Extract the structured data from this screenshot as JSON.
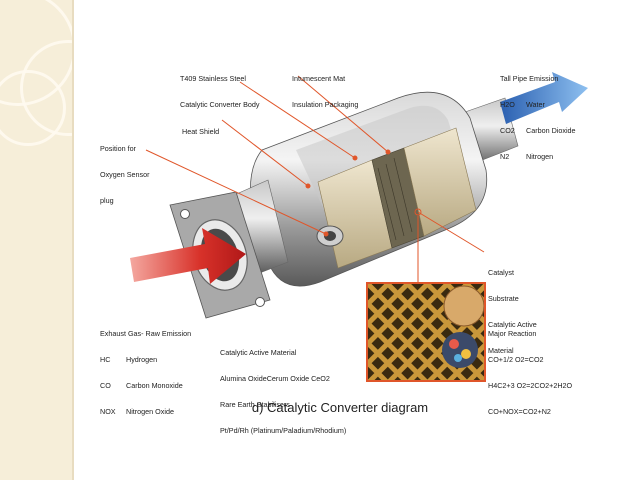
{
  "labels": {
    "steel_body": [
      "T409 Stainless Steel",
      "Catalytic Converter Body"
    ],
    "intumescent": [
      "Intumescent Mat",
      "Insulation Packaging"
    ],
    "tailpipe": {
      "title": "Tall Pipe Emission",
      "rows": [
        [
          "H2O",
          "Water"
        ],
        [
          "CO2",
          "Carbon Dioxide"
        ],
        [
          "N2",
          "Nitrogen"
        ]
      ]
    },
    "heat_shield": "Heat Shield",
    "oxygen_sensor": [
      "Position for",
      "Oxygen Sensor",
      "plug"
    ],
    "catalyst": [
      "Catalyst",
      "Substrate",
      "Catalytic Active",
      "Material"
    ],
    "exhaust": {
      "title": "Exhaust Gas- Raw Emission",
      "rows": [
        [
          "HC",
          "Hydrogen"
        ],
        [
          "CO",
          "Carbon Monoxide"
        ],
        [
          "NOX",
          "Nitrogen Oxide"
        ]
      ]
    },
    "active_material": [
      "Catalytic Active Material",
      "Alumina OxideCerum Oxide CeO2",
      "Rare Earth Stabilisers",
      "Pt/Pd/Rh (Platinum/Paladium/Rhodium)"
    ],
    "reaction": [
      "Major Reaction",
      "CO+1/2 O2=CO2",
      "H4C2+3 O2=2CO2+2H2O",
      "CO+NOX=CO2+N2"
    ]
  },
  "caption": "d) Catalytic Converter diagram",
  "colors": {
    "leader_line": "#e0562a",
    "inlet_arrow": "#c8241c",
    "outlet_arrow": "#2f6fc4",
    "sidebar": "#f6eed9"
  }
}
